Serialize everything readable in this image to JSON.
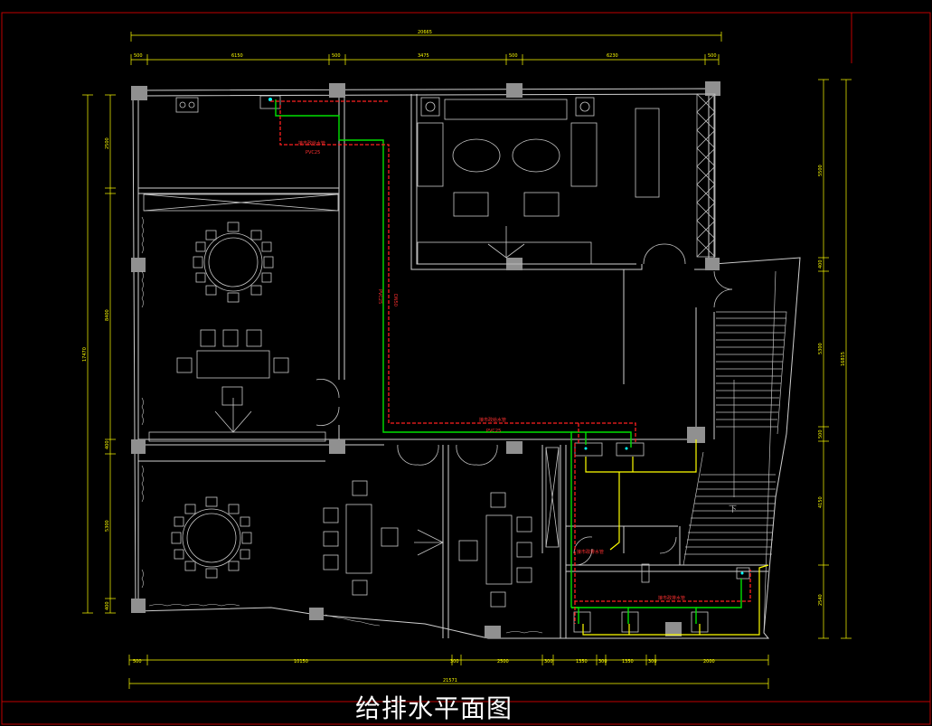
{
  "title": "给排水平面图",
  "colors": {
    "background": "#000000",
    "frame": "#c00000",
    "wall": "#d0d0d0",
    "dimension": "#ffff00",
    "supply_pipe": "#00e000",
    "drain_pipe": "#ff2020",
    "fixture": "#00ffff"
  },
  "top_dims": {
    "overall": "20665",
    "segments": [
      "500",
      "6150",
      "500",
      "3475",
      "500",
      "6230",
      "500"
    ]
  },
  "bottom_dims": {
    "overall": "21571",
    "segments": [
      "500",
      "10150",
      "300",
      "2500",
      "300",
      "1350",
      "300",
      "1350",
      "300",
      "2000"
    ]
  },
  "left_dims": {
    "overall": "17470",
    "segments": [
      "2500",
      "8400",
      "400",
      "5300",
      "400"
    ]
  },
  "right_dims": {
    "overall": "16815",
    "segments": [
      "5500",
      "400",
      "5300",
      "500",
      "4150",
      "2540"
    ]
  },
  "pipe_labels": {
    "label_a": "接市政给水管",
    "label_a_sub": "PVC25",
    "label_b": "DN50",
    "label_c": "接市政给水管",
    "label_c_sub": "PVC25",
    "label_d": "PVC25",
    "label_e": "接市政排水管"
  },
  "stair_label": "下"
}
